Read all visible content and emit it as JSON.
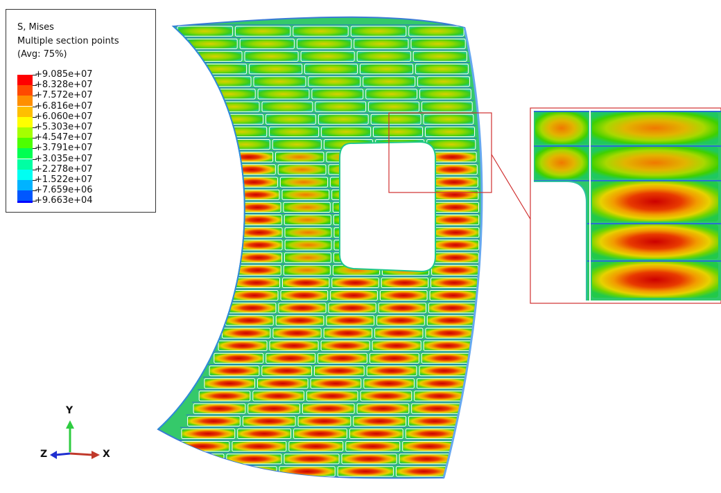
{
  "legend": {
    "title": "S, Mises",
    "subtitle": "Multiple section points",
    "avg": "(Avg: 75%)",
    "levels": [
      {
        "label": "+9.085e+07",
        "color": "#ff0000"
      },
      {
        "label": "+8.328e+07",
        "color": "#ff4a00"
      },
      {
        "label": "+7.572e+07",
        "color": "#ff8f00"
      },
      {
        "label": "+6.816e+07",
        "color": "#ffbf00"
      },
      {
        "label": "+6.060e+07",
        "color": "#ffff00"
      },
      {
        "label": "+5.303e+07",
        "color": "#a6ff00"
      },
      {
        "label": "+4.547e+07",
        "color": "#4dff00"
      },
      {
        "label": "+3.791e+07",
        "color": "#00ff52"
      },
      {
        "label": "+3.035e+07",
        "color": "#00ffa3"
      },
      {
        "label": "+2.278e+07",
        "color": "#00fff2"
      },
      {
        "label": "+1.522e+07",
        "color": "#00b3ff"
      },
      {
        "label": "+7.659e+06",
        "color": "#0057ff"
      },
      {
        "label": "+9.663e+04",
        "color": "#0000ff"
      }
    ]
  },
  "triad": {
    "x_label": "X",
    "y_label": "Y",
    "z_label": "Z",
    "x_color": "#c0392b",
    "y_color": "#2ecc40",
    "z_color": "#1f2fd0"
  },
  "highlight_color": "#d03030"
}
